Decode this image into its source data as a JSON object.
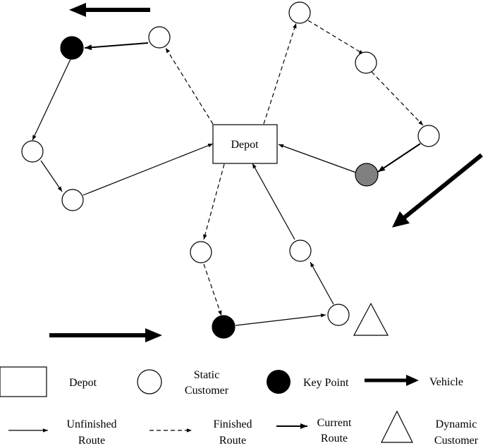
{
  "depot_label": "Depot",
  "legend": {
    "depot": "Depot",
    "static_customer": [
      "Static",
      "Customer"
    ],
    "key_point": "Key Point",
    "vehicle": "Vehicle",
    "unfinished_route": [
      "Unfinished",
      "Route"
    ],
    "finished_route": [
      "Finished",
      "Route"
    ],
    "current_route": [
      "Current",
      "Route"
    ],
    "dynamic_customer": [
      "Dynamic",
      "Customer"
    ]
  },
  "colors": {
    "stroke": "#000000",
    "key_point_fill": "#000000",
    "current_key_point_fill": "#808080",
    "customer_fill": "#ffffff"
  }
}
